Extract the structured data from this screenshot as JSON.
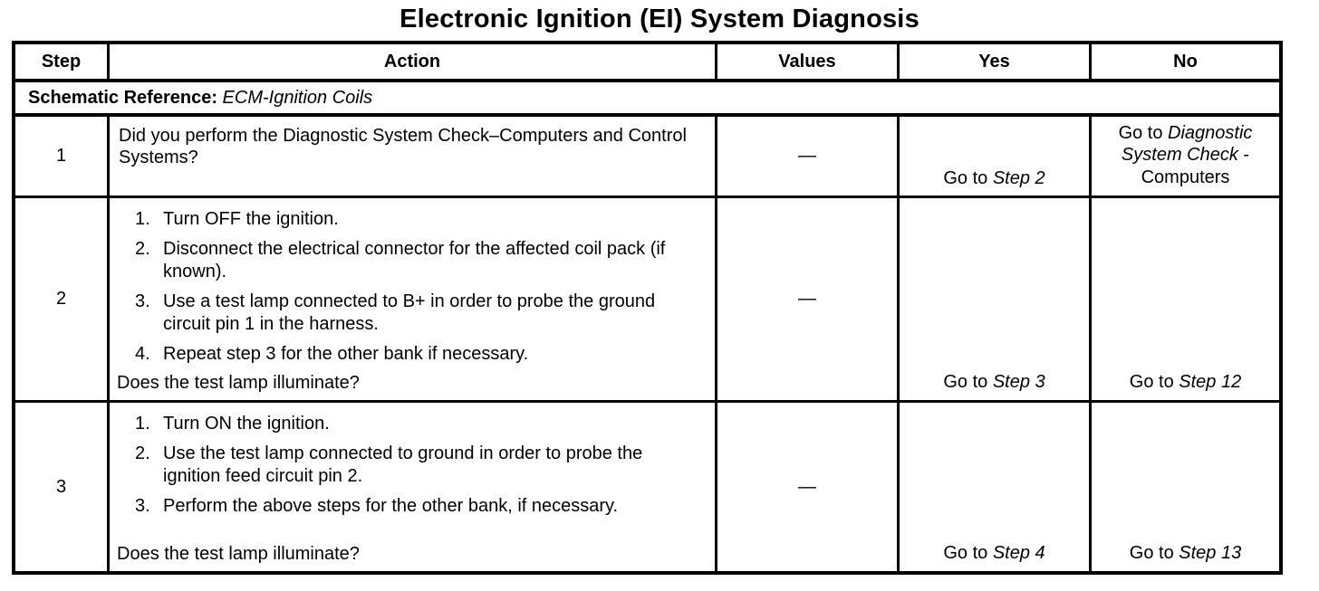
{
  "page_title": "Electronic Ignition (EI) System Diagnosis",
  "table": {
    "headers": {
      "step": "Step",
      "action": "Action",
      "values": "Values",
      "yes": "Yes",
      "no": "No"
    },
    "schematic_reference": {
      "label": "Schematic Reference:",
      "value": "ECM-Ignition Coils"
    },
    "rows": [
      {
        "step": "1",
        "action_text": "Did you perform the Diagnostic System Check–Computers and Control Systems?",
        "values": "—",
        "yes": {
          "prefix": "Go to ",
          "italic": "Step 2",
          "suffix": ""
        },
        "no": {
          "prefix": "Go to ",
          "italic": "Diagnostic System Check",
          "suffix": " - Computers"
        }
      },
      {
        "step": "2",
        "action_steps": [
          {
            "num": "1.",
            "text": "Turn OFF the ignition."
          },
          {
            "num": "2.",
            "text": "Disconnect the electrical connector for the affected coil pack (if known)."
          },
          {
            "num": "3.",
            "text": "Use a test lamp connected to B+ in order to probe the ground circuit pin 1 in the harness."
          },
          {
            "num": "4.",
            "text": "Repeat step 3 for the other bank if necessary."
          }
        ],
        "action_question": "Does the test lamp illuminate?",
        "values": "—",
        "yes": {
          "prefix": "Go to ",
          "italic": "Step 3",
          "suffix": ""
        },
        "no": {
          "prefix": "Go to ",
          "italic": "Step 12",
          "suffix": ""
        }
      },
      {
        "step": "3",
        "action_steps": [
          {
            "num": "1.",
            "text": "Turn ON the ignition."
          },
          {
            "num": "2.",
            "text": "Use the test lamp connected to ground in order to probe the ignition feed circuit pin 2."
          },
          {
            "num": "3.",
            "text": "Perform the above steps for the other bank, if necessary."
          }
        ],
        "action_question": "Does the test lamp illuminate?",
        "values": "—",
        "yes": {
          "prefix": "Go to ",
          "italic": "Step 4",
          "suffix": ""
        },
        "no": {
          "prefix": "Go to ",
          "italic": "Step 13",
          "suffix": ""
        }
      }
    ]
  }
}
